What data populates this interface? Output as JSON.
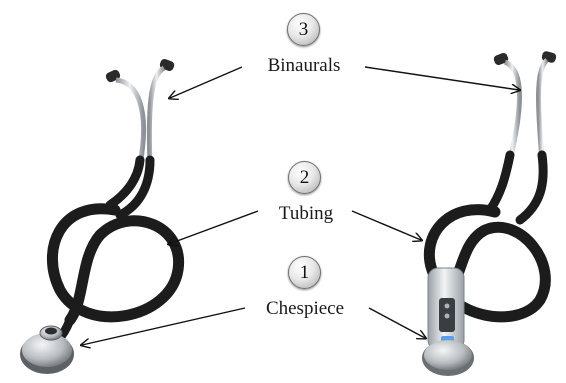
{
  "parts": [
    {
      "number": "3",
      "label": "Binaurals"
    },
    {
      "number": "2",
      "label": "Tubing"
    },
    {
      "number": "1",
      "label": "Chespiece"
    }
  ],
  "colors": {
    "tubing": "#1c1c1c",
    "metal": "#b8bcc0",
    "arrow": "#111111",
    "digital_display": "#5aa0e8"
  },
  "images": [
    "acoustic-stethoscope",
    "digital-stethoscope"
  ]
}
